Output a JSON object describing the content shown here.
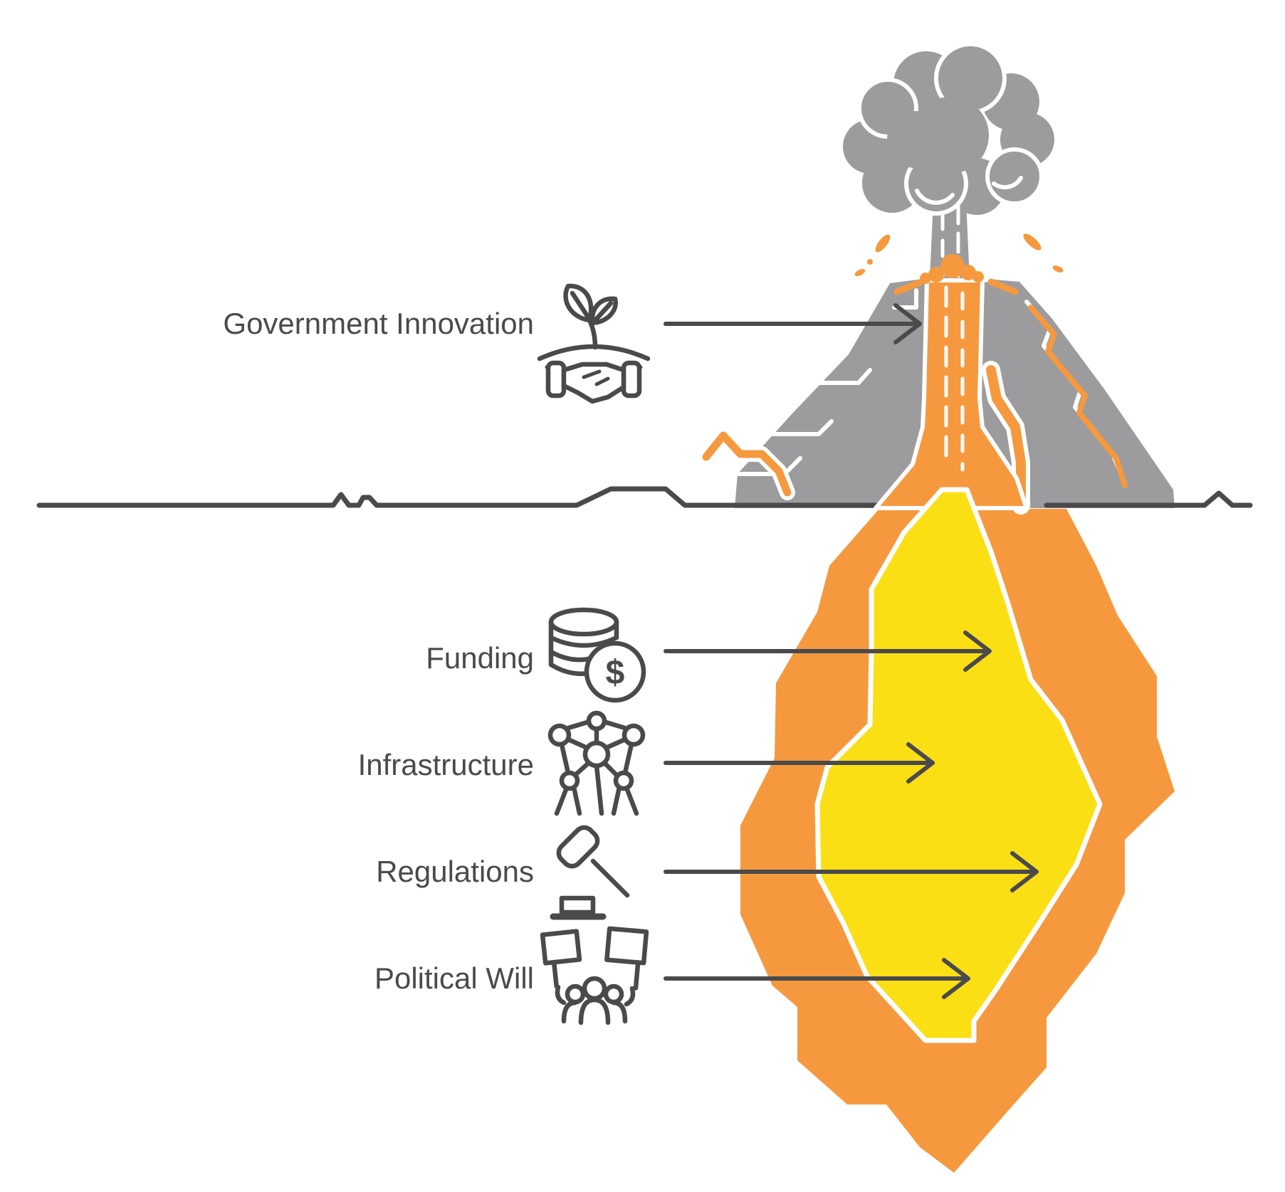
{
  "diagram": {
    "type": "volcano-metaphor-infographic",
    "surface_label": {
      "label": "Government Innovation",
      "icon": "sprout-handshake-icon"
    },
    "underground_labels": [
      {
        "label": "Funding",
        "icon": "coins-dollar-icon"
      },
      {
        "label": "Infrastructure",
        "icon": "atomium-network-icon"
      },
      {
        "label": "Regulations",
        "icon": "gavel-icon"
      },
      {
        "label": "Political Will",
        "icon": "protest-crowd-icon"
      }
    ]
  },
  "icons": {
    "dollar_glyph": "$"
  },
  "colors": {
    "background": "#FFFFFF",
    "volcano_gray": "#9C9C9E",
    "lava_orange": "#F6993E",
    "magma_yellow": "#FBDF15",
    "line_dark": "#4A4A4C",
    "white": "#FFFFFF"
  }
}
